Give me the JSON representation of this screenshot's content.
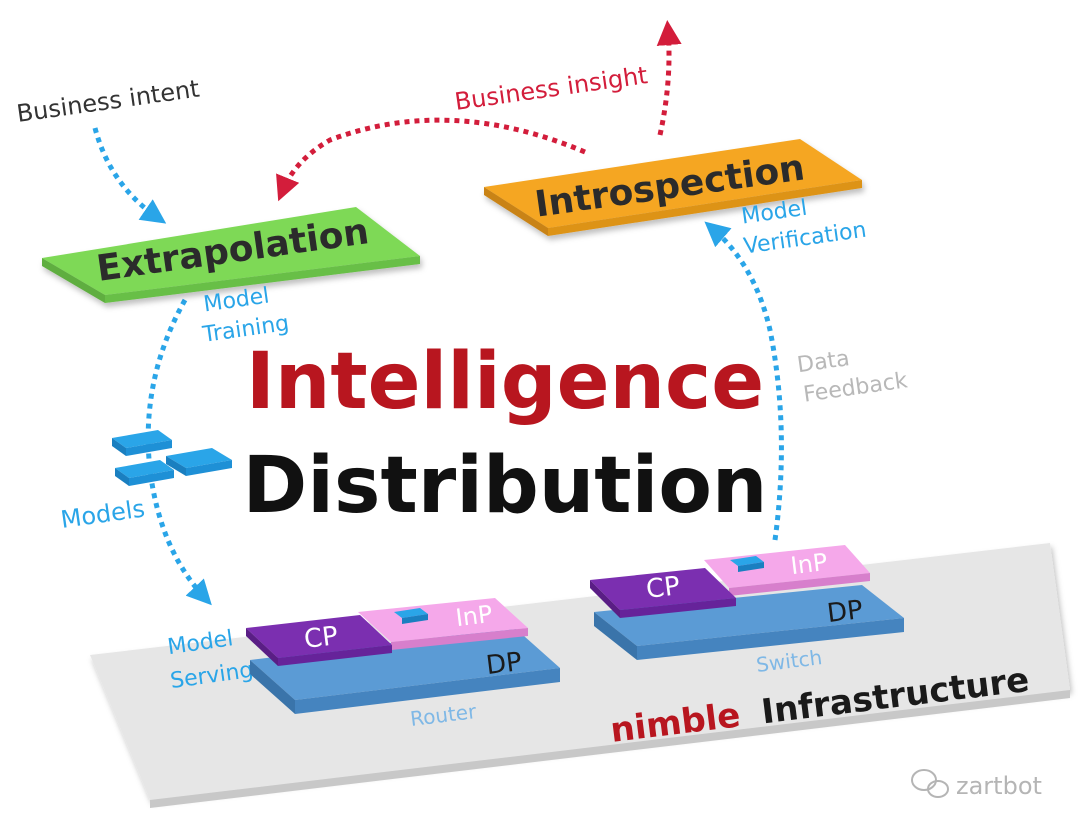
{
  "inputs": {
    "business_intent": "Business intent",
    "business_insight": "Business insight"
  },
  "stages": {
    "extrapolation": "Extrapolation",
    "introspection": "Introspection"
  },
  "flows": {
    "model_training": [
      "Model",
      "Training"
    ],
    "model_verification": [
      "Model",
      "Verification"
    ],
    "data_feedback": [
      "Data",
      "Feedback"
    ],
    "models": "Models",
    "model_serving": [
      "Model",
      "Serving"
    ]
  },
  "headline": {
    "line1": "Intelligence",
    "line2": "Distribution"
  },
  "devices": {
    "router": {
      "cp": "CP",
      "inp": "InP",
      "dp": "DP",
      "label": "Router"
    },
    "switch": {
      "cp": "CP",
      "inp": "InP",
      "dp": "DP",
      "label": "Switch"
    }
  },
  "infrastructure": {
    "prefix": "nimble",
    "name": "Infrastructure"
  },
  "watermark": "zartbot",
  "colors": {
    "blue_flow": "#2aa5e8",
    "red_flow": "#d31d3b",
    "extrapolation": "#7ed957",
    "introspection": "#f5a623",
    "headline_red": "#b8161f",
    "cp_purple": "#7b2fb0",
    "inp_pink": "#f5a8ea",
    "dp_blue": "#5b9bd5",
    "platform": "#e4e4e4"
  }
}
